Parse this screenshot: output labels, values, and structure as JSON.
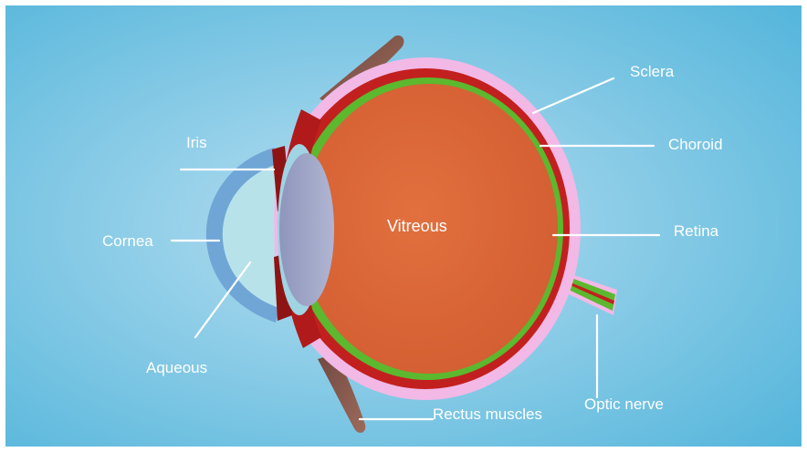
{
  "diagram": {
    "labels": {
      "sclera": "Sclera",
      "choroid": "Choroid",
      "retina": "Retina",
      "optic_nerve": "Optic nerve",
      "rectus_muscles": "Rectus muscles",
      "iris": "Iris",
      "cornea": "Cornea",
      "aqueous": "Aqueous",
      "vitreous": "Vitreous"
    },
    "colors": {
      "background_center": "#b7def0",
      "background_edge": "#53b5db",
      "sclera": "#f2b8e6",
      "choroid": "#c2201f",
      "retina": "#5cb82e",
      "vitreous": "#de6a3a",
      "lens": "#a3a9c9",
      "cornea": "#6fa6d6",
      "aqueous": "#b8e2ea",
      "muscle": "#8a4a3a",
      "label_text": "#ffffff"
    }
  }
}
